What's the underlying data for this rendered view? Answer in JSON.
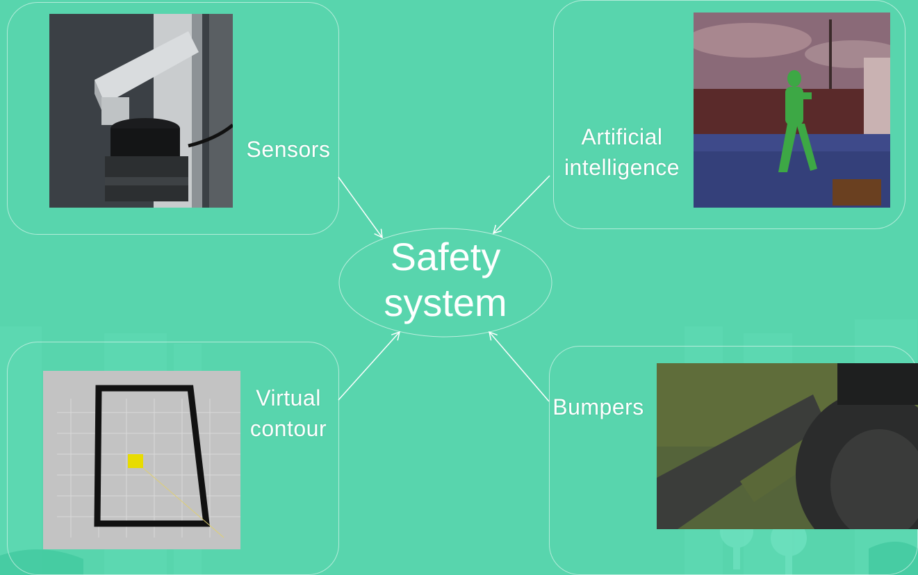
{
  "center": {
    "line1": "Safety",
    "line2": "system"
  },
  "nodes": {
    "sensors": {
      "label": "Sensors"
    },
    "ai": {
      "line1": "Artificial",
      "line2": "intelligence"
    },
    "contour": {
      "line1": "Virtual",
      "line2": "contour"
    },
    "bumpers": {
      "label": "Bumpers"
    }
  },
  "colors": {
    "background": "#58d5ad",
    "text": "#ffffff",
    "line": "#ffffff"
  }
}
